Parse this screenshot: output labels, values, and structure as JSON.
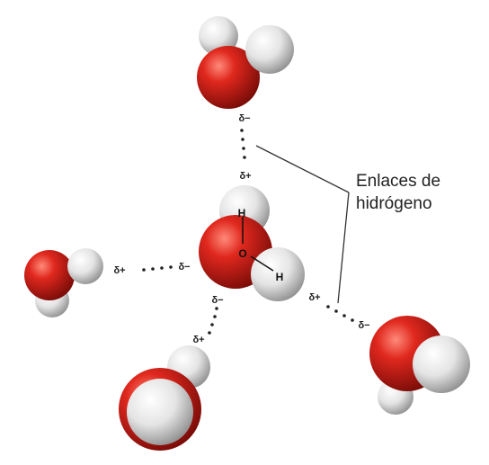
{
  "callout": {
    "line1": "Enlaces de",
    "line2": "hidrógeno"
  },
  "central_atoms": {
    "hydrogen_top": "H",
    "oxygen": "O",
    "hydrogen_right": "H"
  },
  "charges": {
    "top_minus": "δ−",
    "top_plus": "δ+",
    "left_plus": "δ+",
    "left_minus": "δ−",
    "center_minus": "δ−",
    "bottom_plus": "δ+",
    "right_plus": "δ+",
    "right_minus": "δ−"
  },
  "colors": {
    "oxygen": "#d8261e",
    "hydrogen": "#f2f2f2",
    "bond_dots": "#222222"
  }
}
